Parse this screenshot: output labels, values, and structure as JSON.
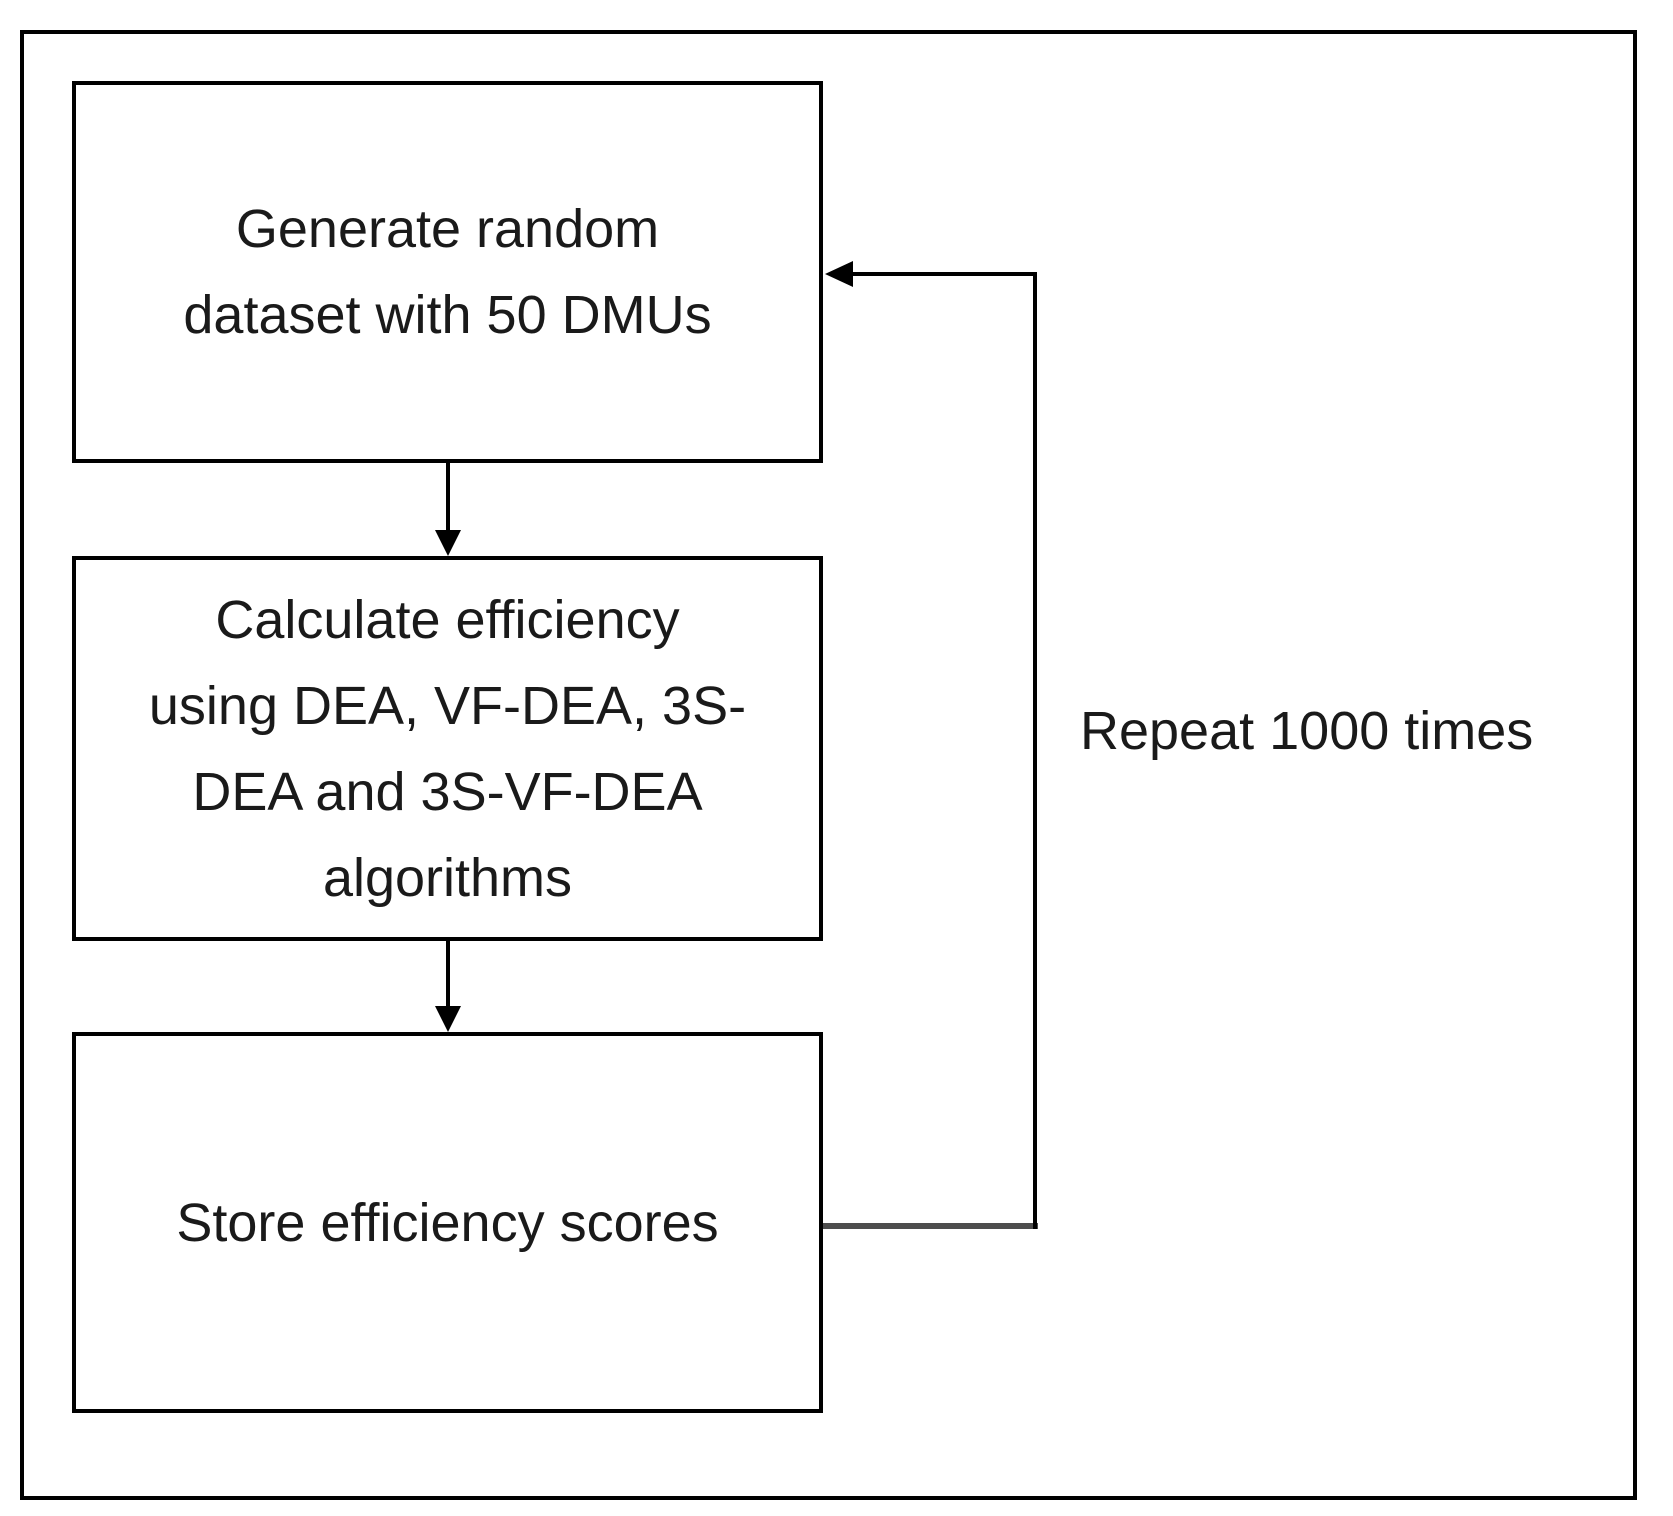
{
  "diagram": {
    "type": "flowchart",
    "boxes": [
      {
        "id": "generate",
        "label": "Generate random\ndataset with 50 DMUs"
      },
      {
        "id": "calculate",
        "label": "Calculate efficiency\nusing DEA, VF-DEA, 3S-\nDEA and 3S-VF-DEA\nalgorithms"
      },
      {
        "id": "store",
        "label": "Store efficiency scores"
      }
    ],
    "arrows": [
      {
        "from": "generate",
        "to": "calculate",
        "direction": "down"
      },
      {
        "from": "calculate",
        "to": "store",
        "direction": "down"
      },
      {
        "from": "store",
        "to": "generate",
        "direction": "loop-right",
        "label": "Repeat 1000 times"
      }
    ],
    "loop_label": "Repeat 1000 times",
    "colors": {
      "background": "#ffffff",
      "line": "#000000",
      "text": "#1a1a1a",
      "loop_exit_connector": "#4d4d4d"
    }
  }
}
